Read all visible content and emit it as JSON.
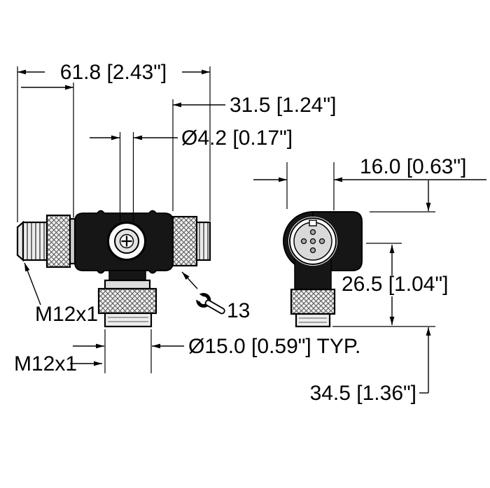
{
  "drawing": {
    "dimensions": {
      "overall_width": "61.8 [2.43\"]",
      "body_width": "31.5 [1.24\"]",
      "hole_diameter": "Ø4.2 [0.17\"]",
      "head_depth": "16.0 [0.63\"]",
      "center_to_tip_height": "26.5 [1.04\"]",
      "overall_height": "34.5 [1.36\"]",
      "nut_diameter": "Ø15.0 [0.59\"] TYP.",
      "thread_side": "M12x1",
      "thread_bottom": "M12x1",
      "wrench_size": "13"
    },
    "colors": {
      "line": "#000000",
      "body_fill": "#161616",
      "metal_light": "#eeeeee",
      "background": "#ffffff"
    }
  }
}
